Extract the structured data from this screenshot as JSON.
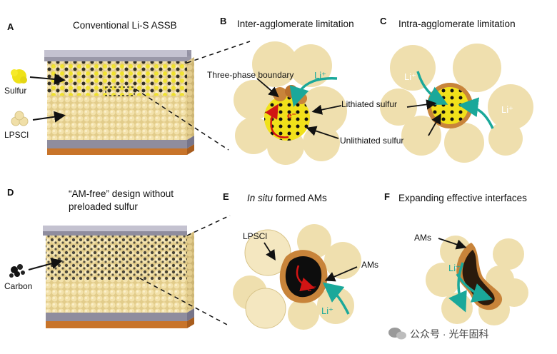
{
  "panels": {
    "A": {
      "letter": "A",
      "title": "Conventional Li-S ASSB",
      "legend": [
        "Sulfur",
        "LPSCl"
      ]
    },
    "B": {
      "letter": "B",
      "title": "Inter-agglomerate limitation",
      "labels": {
        "tpb": "Three-phase boundary",
        "li": "Li⁺",
        "e": "e⁻",
        "lith": "Lithiated sulfur",
        "unlith": "Unlithiated sulfur"
      }
    },
    "C": {
      "letter": "C",
      "title": "Intra-agglomerate limitation",
      "labels": {
        "li1": "Li⁺",
        "li2": "Li⁺"
      }
    },
    "D": {
      "letter": "D",
      "title_line1": "“AM-free” design without",
      "title_line2": "preloaded sulfur",
      "legend": [
        "Carbon"
      ]
    },
    "E": {
      "letter": "E",
      "title_italic": "In situ",
      "title_rest": " formed AMs",
      "labels": {
        "lpscl": "LPSCl",
        "ams": "AMs",
        "e": "e⁻",
        "li": "Li⁺"
      }
    },
    "F": {
      "letter": "F",
      "title": "Expanding effective interfaces",
      "labels": {
        "ams": "AMs",
        "li": "Li⁺"
      }
    }
  },
  "watermark": "公众号 · 光年固科",
  "colors": {
    "sulfur": "#f2e21a",
    "lpscl": "#f0dfa8",
    "carbon": "#111111",
    "current_collector": "#9a98a8",
    "copper": "#c8742a",
    "li_arrow": "#1aa89a",
    "e_arrow": "#d11414"
  }
}
